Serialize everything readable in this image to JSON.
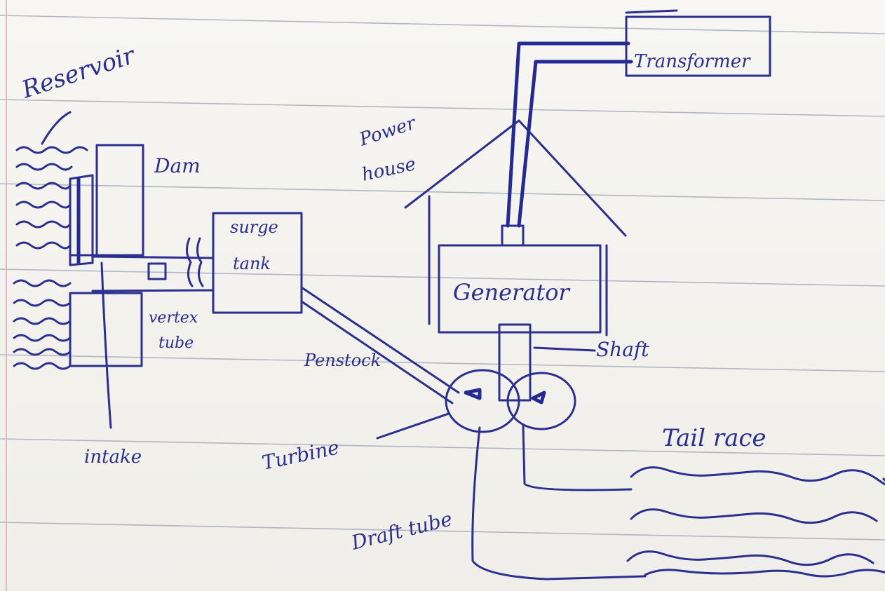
{
  "diagram": {
    "colors": {
      "ink": "#2b2f8e",
      "paper": "#f4f3ef",
      "rule": "#9aa3b4",
      "margin": "#e6b7c8"
    },
    "labels": {
      "reservoir": "Reservoir",
      "dam": "Dam",
      "surge_tank_line1": "surge",
      "surge_tank_line2": "tank",
      "vertex_tube_line1": "vertex",
      "vertex_tube_line2": "tube",
      "intake": "intake",
      "penstock": "Penstock",
      "turbine": "Turbine",
      "power_house_line1": "Power",
      "power_house_line2": "house",
      "transformer": "Transformer",
      "generator": "Generator",
      "shaft": "Shaft",
      "tail_race": "Tail race",
      "draft_tube": "Draft tube"
    }
  }
}
